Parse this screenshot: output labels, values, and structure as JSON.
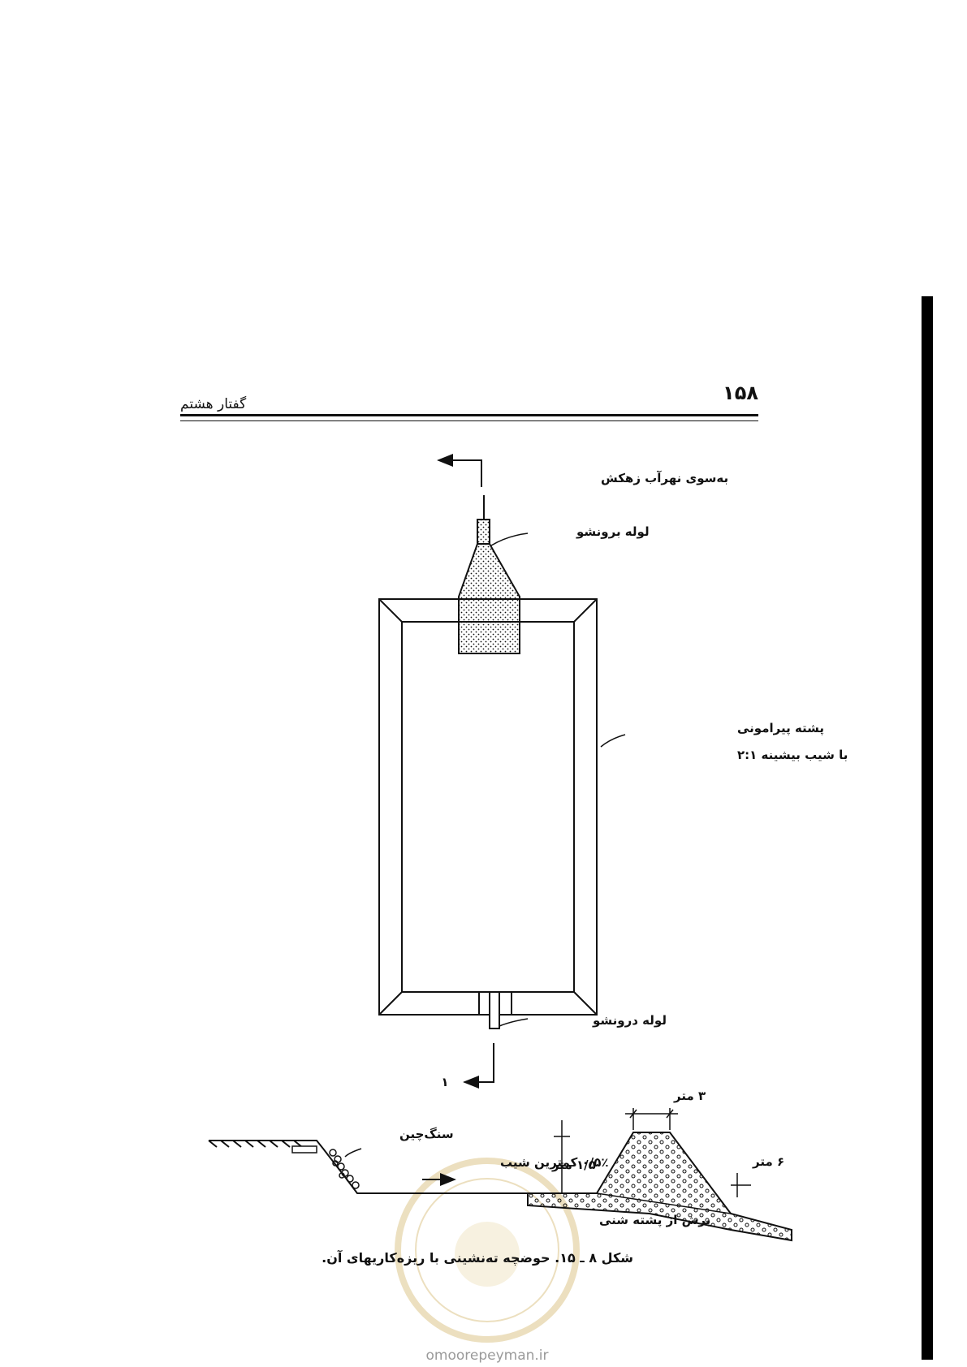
{
  "header": {
    "page_number": "۱۵۸",
    "chapter_title": "گفتار هشتم"
  },
  "figure": {
    "labels": {
      "to_drain": "به‌سوی نهرآب زهکش",
      "outlet_pipe": "لوله برونشو",
      "embankment_line1": "پشته پیرامونی",
      "embankment_line2": "با شیب بیشینه ۲:۱",
      "inlet_pipe": "لوله درونشو",
      "section_marker": "۱",
      "width_3m": "۳ متر",
      "riprap": "سنگ‌چین",
      "height_1_5m": "۱/۵ متر",
      "min_slope": "۰/۵٪ کمترین شیب",
      "height_6m": "۶ متر",
      "gravel_section": "برش از پشته شنی"
    },
    "caption": "شکل ۸ ـ ۱۵. حوضچه ته‌نشینی با ریزه‌کاریهای آن."
  },
  "watermark": {
    "url": "omoorepeyman.ir"
  }
}
